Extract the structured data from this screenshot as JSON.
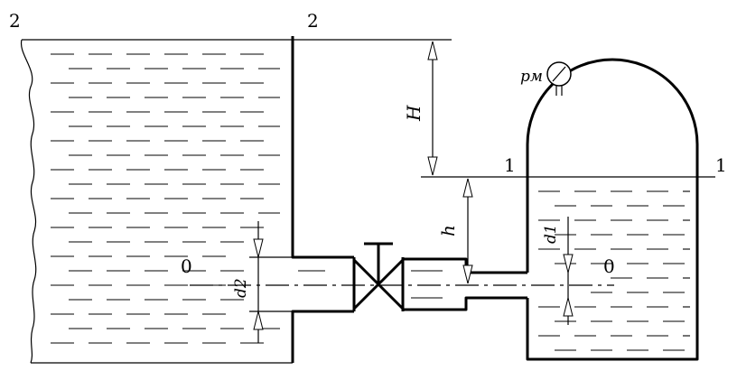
{
  "section_labels": {
    "left_top_left": "2",
    "left_top_right": "2",
    "right_level_left": "1",
    "right_level_right": "1",
    "axis_left": "0",
    "axis_right": "0"
  },
  "dimension_labels": {
    "H": "H",
    "h": "h",
    "d2": "d2",
    "d1": "d1"
  },
  "gauge_label": "pм"
}
